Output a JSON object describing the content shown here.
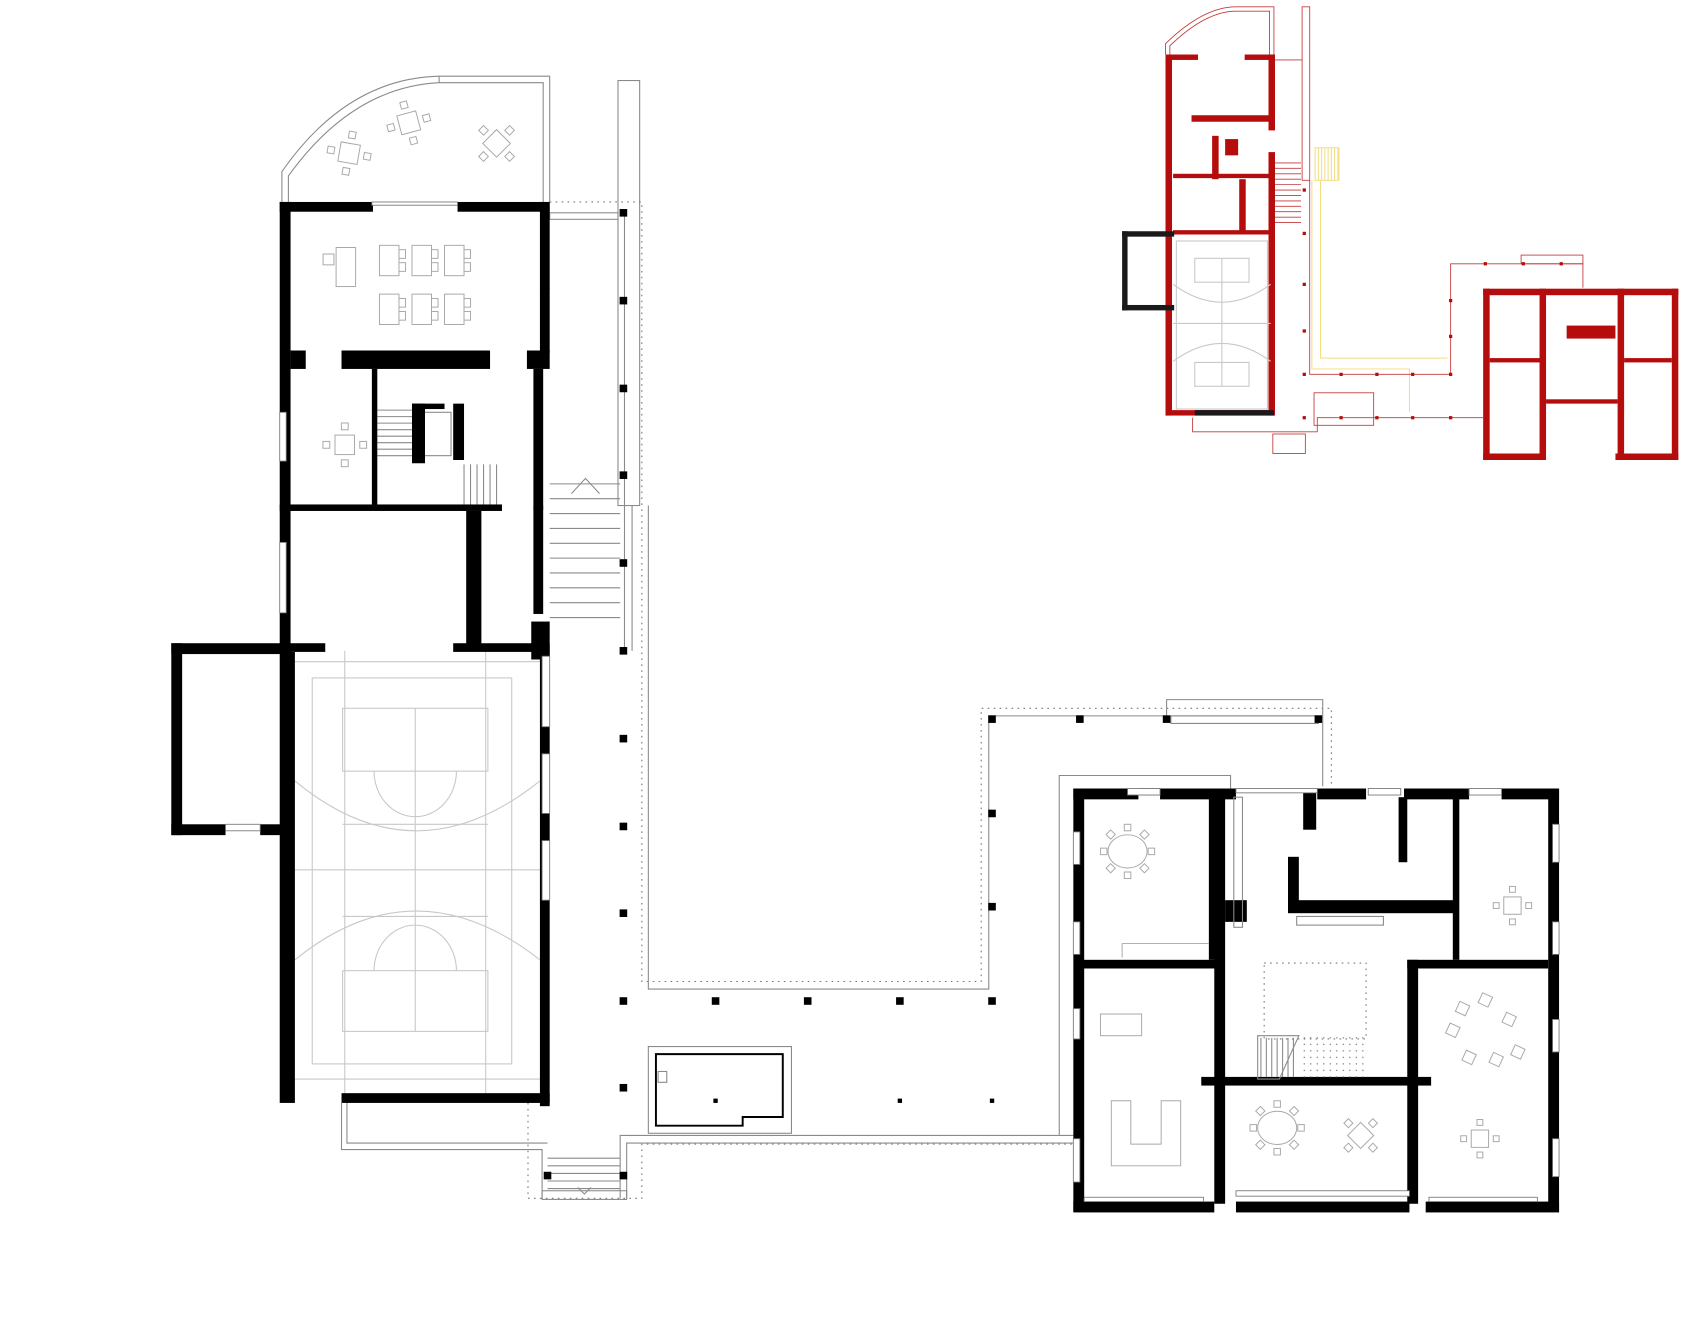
{
  "drawing": {
    "type": "architectural-floor-plan",
    "views": [
      "main-plan",
      "key-plan"
    ]
  },
  "colors": {
    "wall": "#000000",
    "line": "#8a8a8a",
    "furniture": "#a8a8a8",
    "keyplan_existing": "#b50d0d",
    "keyplan_new": "#f3dc7a",
    "background": "#ffffff"
  }
}
